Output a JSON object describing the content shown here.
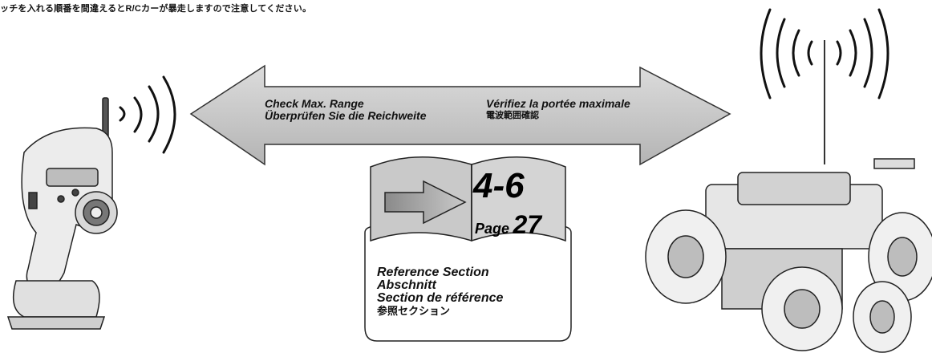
{
  "header": {
    "warning_text": "ッチを入れる順番を間違えるとR/Cカーが暴走しますので注意してください。"
  },
  "arrow": {
    "line1_en": "Check Max. Range",
    "line2_de": "Überprüfen Sie die Reichweite",
    "line1_fr": "Vérifiez la portée maximale",
    "line2_jp": "電波範囲確認",
    "fill_color": "#c9c9c9"
  },
  "book": {
    "section_number": "4-6",
    "page_label": "Page",
    "page_number": "27"
  },
  "reference": {
    "en": "Reference Section",
    "de": "Abschnitt",
    "fr": "Section de référence",
    "jp": "参照セクション"
  },
  "icons": [
    "transmitter-icon",
    "radio-waves-icon",
    "rc-monster-truck-icon",
    "open-book-icon",
    "arrow-right-icon"
  ]
}
